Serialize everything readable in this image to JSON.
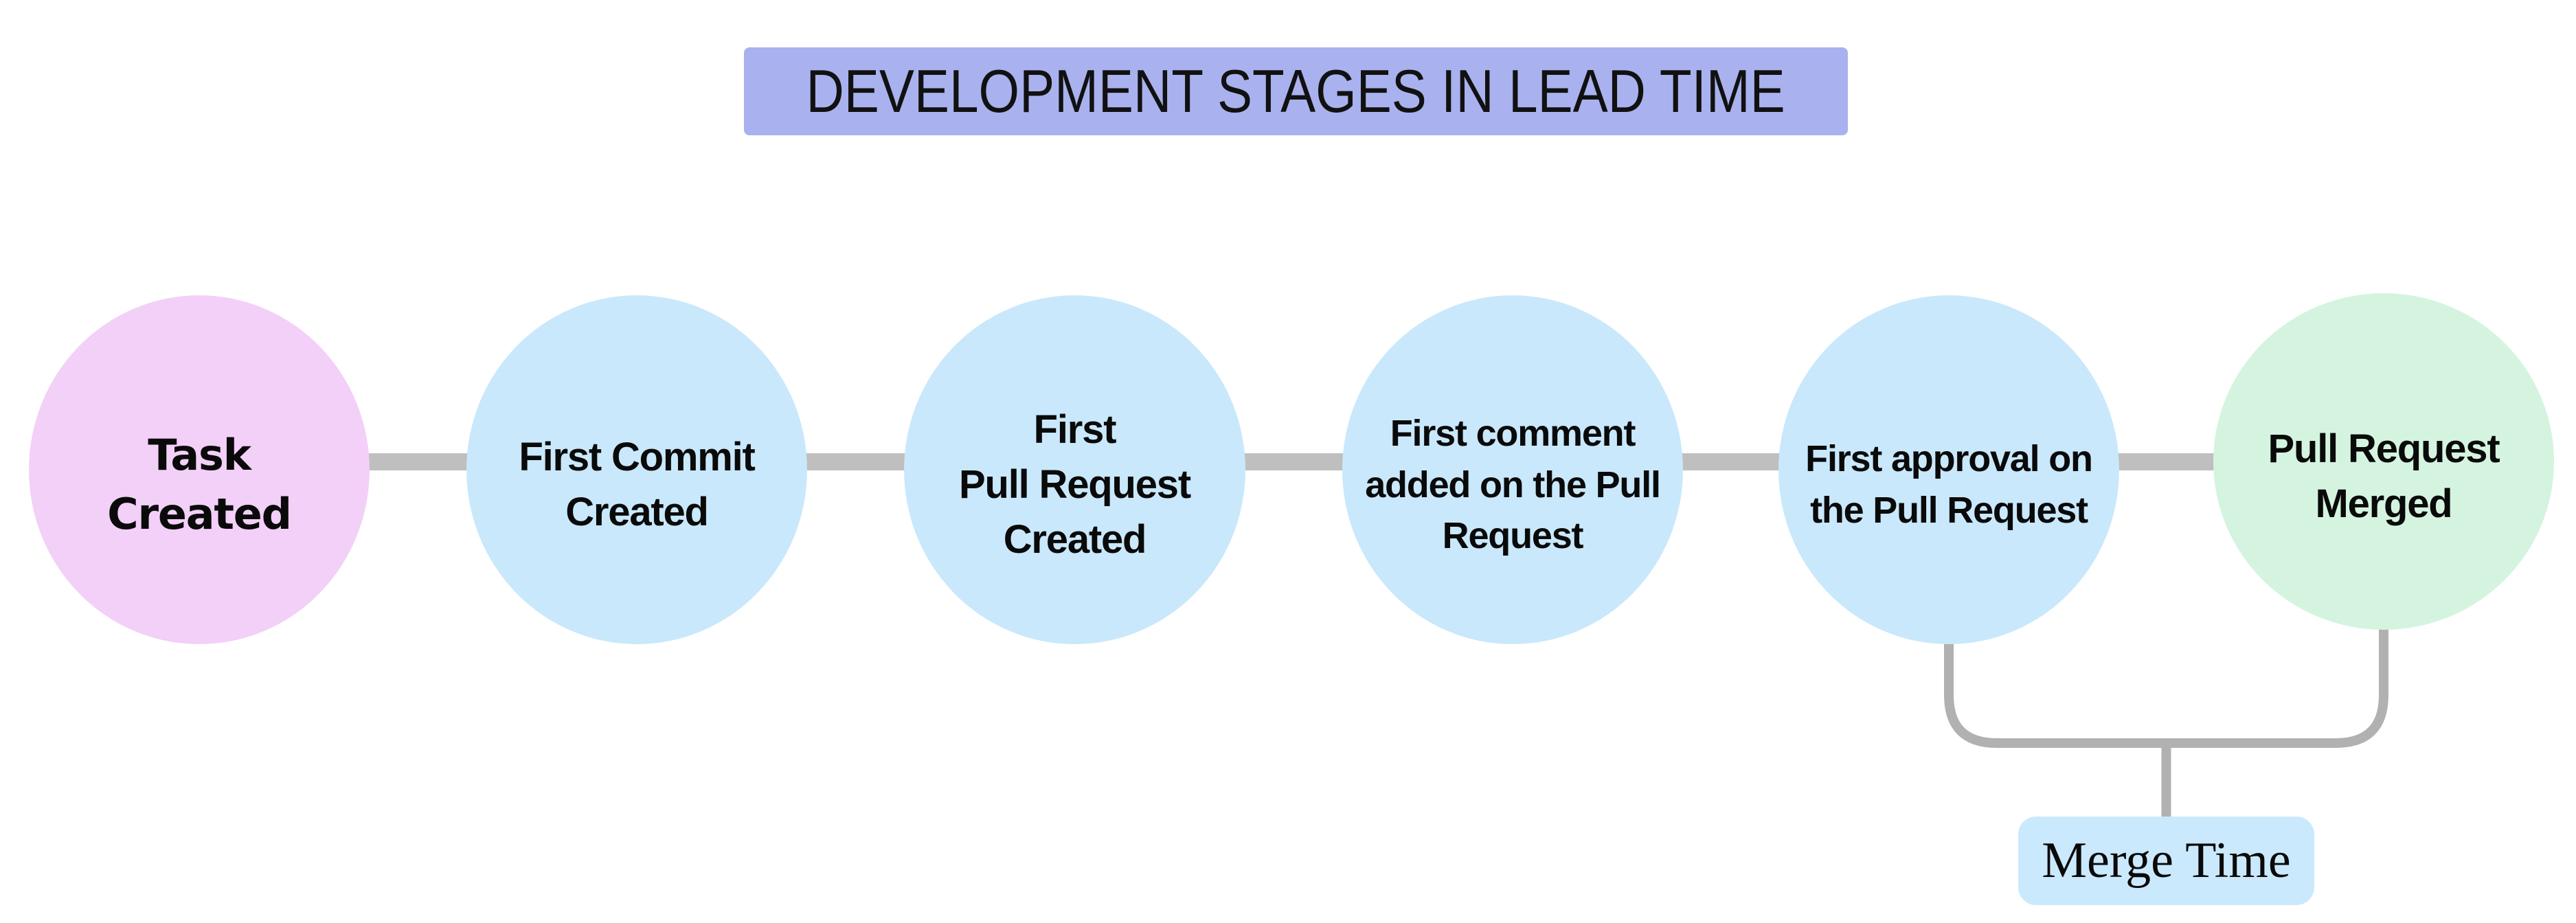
{
  "title": {
    "text": "DEVELOPMENT STAGES IN LEAD TIME",
    "background": "#a9b2ee"
  },
  "stages": [
    {
      "id": "task-created",
      "label_lines": [
        "Task",
        "Created"
      ],
      "fill": "#f3d0f8"
    },
    {
      "id": "first-commit-created",
      "label_lines": [
        "First Commit",
        "Created"
      ],
      "fill": "#c9e8fb"
    },
    {
      "id": "first-pull-request-created",
      "label_lines": [
        "First",
        "Pull Request",
        "Created"
      ],
      "fill": "#c9e8fb"
    },
    {
      "id": "first-comment-added-on-the-pull-request",
      "label_lines": [
        "First comment",
        "added on the Pull",
        "Request"
      ],
      "fill": "#c9e8fb"
    },
    {
      "id": "first-approval-on-the-pull-request",
      "label_lines": [
        "First approval on",
        "the Pull Request"
      ],
      "fill": "#c9e8fb"
    },
    {
      "id": "pull-request-merged",
      "label_lines": [
        "Pull Request",
        "Merged"
      ],
      "fill": "#d4f4df"
    }
  ],
  "connectors": {
    "color": "#bfbfbf"
  },
  "merge_time": {
    "label": "Merge Time",
    "background": "#cbe9fc",
    "line_color": "#b1b1b1",
    "spans_from": "first-approval-on-the-pull-request",
    "spans_to": "pull-request-merged"
  }
}
